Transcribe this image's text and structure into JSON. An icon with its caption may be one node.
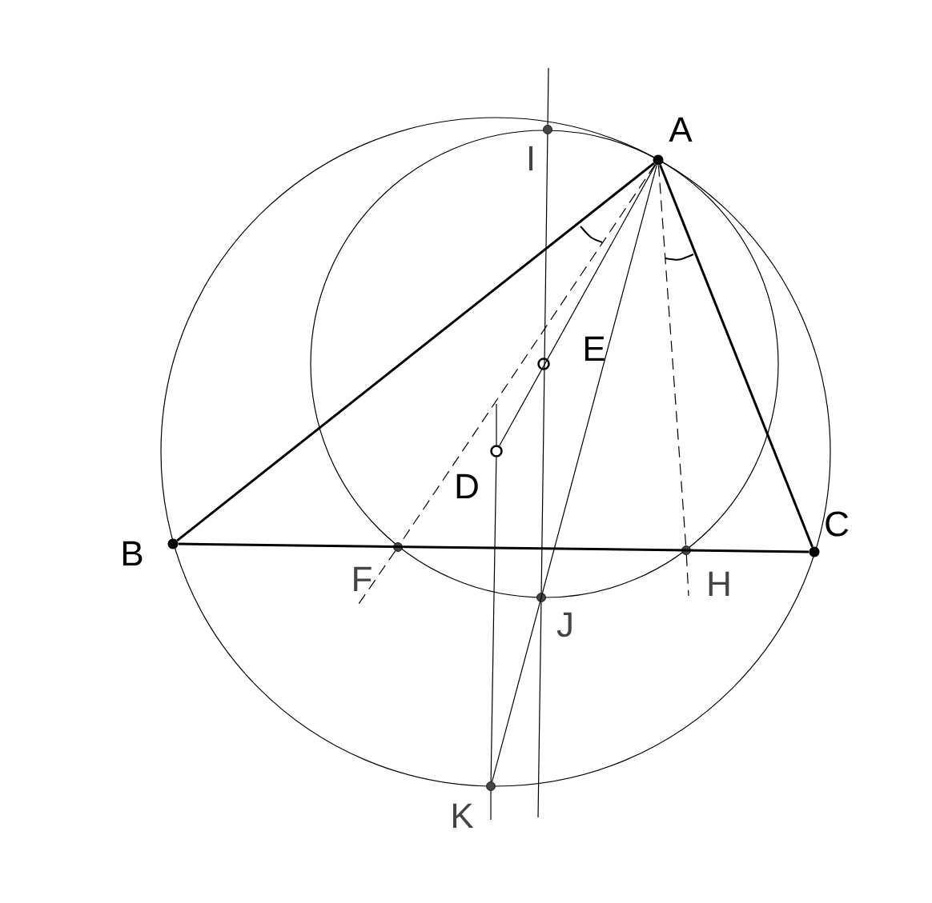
{
  "diagram": {
    "nodes": [
      {
        "text": [],
        "shape": "circle",
        "beside": [
          "A"
        ]
      },
      {
        "text": [],
        "shape": "circle",
        "beside": [
          "B"
        ]
      },
      {
        "text": [],
        "shape": "circle",
        "beside": [
          "C"
        ]
      },
      {
        "text": [],
        "shape": "circle",
        "beside": [
          "D"
        ]
      },
      {
        "text": [],
        "shape": "circle",
        "beside": [
          "E"
        ]
      },
      {
        "text": [],
        "shape": "circle",
        "beside": [
          "F"
        ]
      },
      {
        "text": [],
        "shape": "circle",
        "beside": [
          "H"
        ]
      },
      {
        "text": [],
        "shape": "circle",
        "beside": [
          "I"
        ]
      },
      {
        "text": [],
        "shape": "circle",
        "beside": [
          "J"
        ]
      },
      {
        "text": [],
        "shape": "circle",
        "beside": [
          "K"
        ]
      }
    ],
    "edges": [
      {
        "from": 0,
        "to": 1,
        "arrow": "none",
        "style": "thick"
      },
      {
        "from": 1,
        "to": 2,
        "arrow": "none",
        "style": "thick"
      },
      {
        "from": 2,
        "to": 0,
        "arrow": "none",
        "style": "thick"
      },
      {
        "from": 0,
        "to": 5,
        "arrow": "none",
        "style": "dashed"
      },
      {
        "from": 0,
        "to": 3,
        "arrow": "none"
      },
      {
        "from": 0,
        "to": 9,
        "arrow": "none"
      },
      {
        "from": 7,
        "to": 8,
        "arrow": "none"
      },
      {
        "from": 3,
        "to": 9,
        "arrow": "none"
      },
      {
        "from": 0,
        "to": 6,
        "arrow": "none",
        "style": "dashed"
      },
      {
        "from": null,
        "to": 7,
        "arrow": "none"
      },
      {
        "from": 8,
        "to": null,
        "arrow": "none"
      },
      {
        "from": null,
        "to": 3,
        "arrow": "none"
      },
      {
        "from": 9,
        "to": null,
        "arrow": "none"
      },
      {
        "from": 5,
        "to": null,
        "arrow": "none",
        "style": "dashed"
      },
      {
        "from": 6,
        "to": null,
        "arrow": "none",
        "style": "dashed"
      }
    ]
  }
}
